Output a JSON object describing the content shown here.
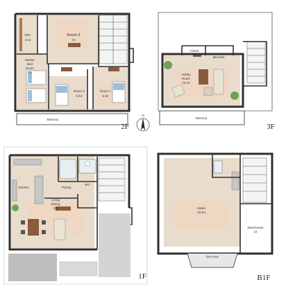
{
  "floors": {
    "f2": {
      "label": "2F",
      "rooms": {
        "wic": "WIC",
        "wic_size": "3.4J",
        "room3": "Room 3",
        "room3_size": "4J",
        "master": "Master",
        "master2": "Bed",
        "master3": "Room",
        "master_size": "7J",
        "room2": "Room 2",
        "room2_size": "5.5J",
        "room1": "Room 1",
        "room1_size": "5.5J",
        "balcony": "Balcony"
      }
    },
    "f3": {
      "label": "3F",
      "rooms": {
        "closet": "Closet",
        "minibar": "Mini Bar",
        "hobby": "Hobby",
        "hobby2": "Room",
        "hobby_size": "15.5J",
        "balcony": "Balcony"
      }
    },
    "f1": {
      "label": "1F",
      "rooms": {
        "kitchen": "Kitchen",
        "pantry": "Pantry",
        "living": "Living",
        "dining": "Dining",
        "ld_size": "20J",
        "wc": "WC"
      }
    },
    "b1": {
      "label": "B1F",
      "rooms": {
        "atelier": "Atelier",
        "atelier_size": "22.5J",
        "warehouse": "Warehouse",
        "warehouse_size": "4J",
        "dry": "Dry Area"
      }
    }
  },
  "compass": {
    "north": "N"
  }
}
